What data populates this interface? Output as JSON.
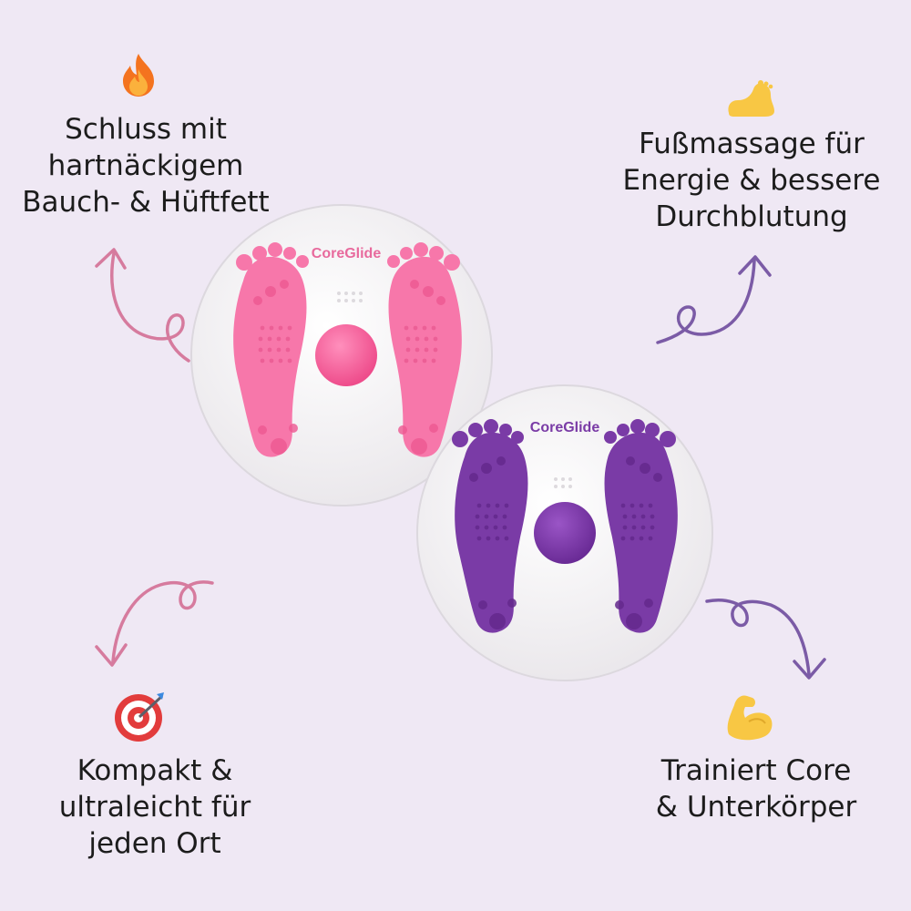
{
  "brand": "CoreGlide",
  "features": {
    "top_left": {
      "text": "Schluss mit\nhartnäckigem\nBauch- & Hüftfett",
      "icon": "fire-icon"
    },
    "top_right": {
      "text": "Fußmassage für\nEnergie & bessere\nDurchblutung",
      "icon": "foot-icon"
    },
    "bottom_left": {
      "text": "Kompakt &\nultraleicht für\njeden Ort",
      "icon": "target-icon"
    },
    "bottom_right": {
      "text": "Trainiert Core\n& Unterkörper",
      "icon": "flexed-biceps-icon"
    }
  },
  "colors": {
    "background": "#efe8f4",
    "pink": "#f777aa",
    "pink_dark": "#ee5892",
    "purple": "#7a3ba6",
    "purple_dark": "#64298d",
    "arrow_pink": "#d67b9e",
    "arrow_purple": "#7b5ba6"
  }
}
